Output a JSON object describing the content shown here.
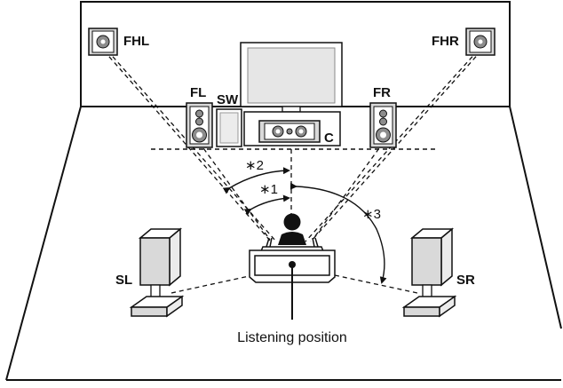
{
  "labels": {
    "fhl": "FHL",
    "fhr": "FHR",
    "fl": "FL",
    "sw": "SW",
    "fr": "FR",
    "c": "C",
    "sl": "SL",
    "sr": "SR"
  },
  "notes": {
    "n1": "∗1",
    "n2": "∗2",
    "n3": "∗3"
  },
  "caption": "Listening position",
  "colors": {
    "line": "#111111",
    "speaker_fill": "#d9d9d9",
    "speaker_dark": "#8c8c8c",
    "tv_fill": "#e6e6e6"
  }
}
